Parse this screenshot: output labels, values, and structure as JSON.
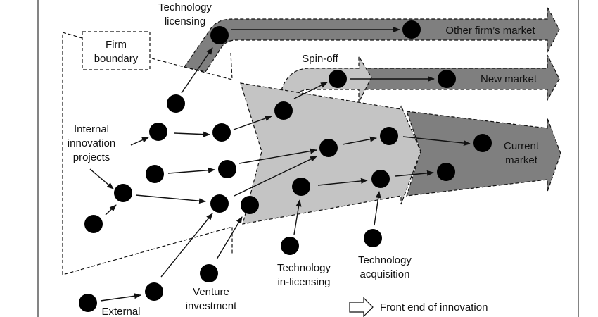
{
  "labels": {
    "tech_licensing": [
      "Technology",
      "licensing"
    ],
    "firm_boundary": [
      "Firm",
      "boundary"
    ],
    "spin_off": "Spin-off",
    "other_market": "Other firm’s market",
    "new_market": "New market",
    "current_market": [
      "Current",
      "market"
    ],
    "internal": [
      "Internal",
      "innovation",
      "projects"
    ],
    "venture": [
      "Venture",
      "investment"
    ],
    "in_licensing": [
      "Technology",
      "in-licensing"
    ],
    "acquisition": [
      "Technology",
      "acquisition"
    ],
    "external": "External",
    "legend": "Front end of innovation"
  },
  "colors": {
    "dark_band": "#7f7f7f",
    "light_band": "#c4c4c4",
    "node": "#000000"
  }
}
